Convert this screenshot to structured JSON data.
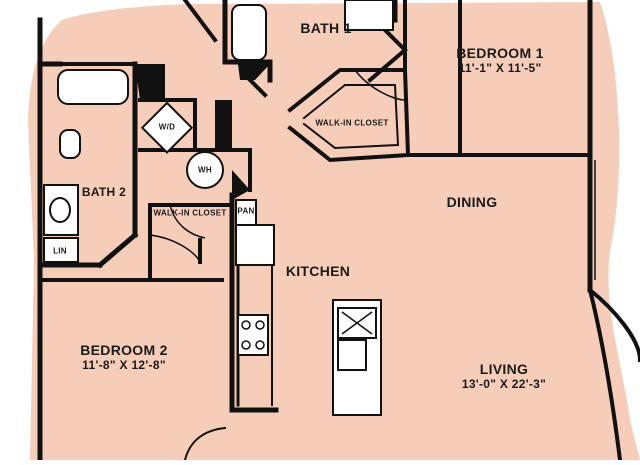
{
  "rooms": {
    "bath1": {
      "name": "BATH 1"
    },
    "bedroom1": {
      "name": "BEDROOM 1",
      "dims": "11'-1\" X 11'-5\""
    },
    "walk_in_closet_1": {
      "name": "WALK-IN CLOSET"
    },
    "dining": {
      "name": "DINING"
    },
    "bath2": {
      "name": "BATH 2"
    },
    "washer_dryer": {
      "name": "W/D"
    },
    "water_heater": {
      "name": "WH"
    },
    "walk_in_closet_2": {
      "name": "WALK-IN CLOSET"
    },
    "pantry": {
      "name": "PAN"
    },
    "linen": {
      "name": "LIN"
    },
    "kitchen": {
      "name": "KITCHEN"
    },
    "bedroom2": {
      "name": "BEDROOM 2",
      "dims": "11'-8\" X 12'-8\""
    },
    "living": {
      "name": "LIVING",
      "dims": "13'-0\" X 22'-3\""
    }
  },
  "colors": {
    "floor": "#f6cdb9",
    "wall": "#111111",
    "fixture": "#ffffff"
  }
}
